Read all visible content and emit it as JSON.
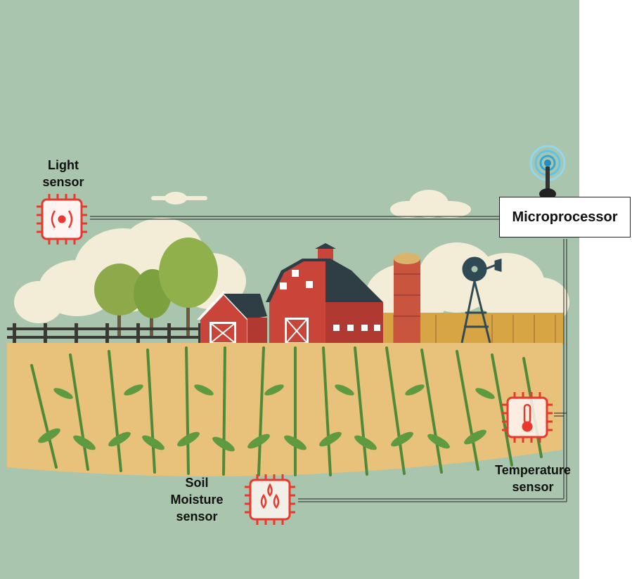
{
  "sensors": {
    "light": {
      "line1": "Light",
      "line2": "sensor"
    },
    "soil": {
      "line1": "Soil",
      "line2": "Moisture",
      "line3": "sensor"
    },
    "temperature": {
      "line1": "Temperature",
      "line2": "sensor"
    }
  },
  "microprocessor": {
    "label": "Microprocessor"
  },
  "colors": {
    "sensor_icon": "#e8392e",
    "sky": "#a9c5ad",
    "barn": "#c9453a",
    "soil": "#e8c27a",
    "corn": "#4f8a3a"
  }
}
